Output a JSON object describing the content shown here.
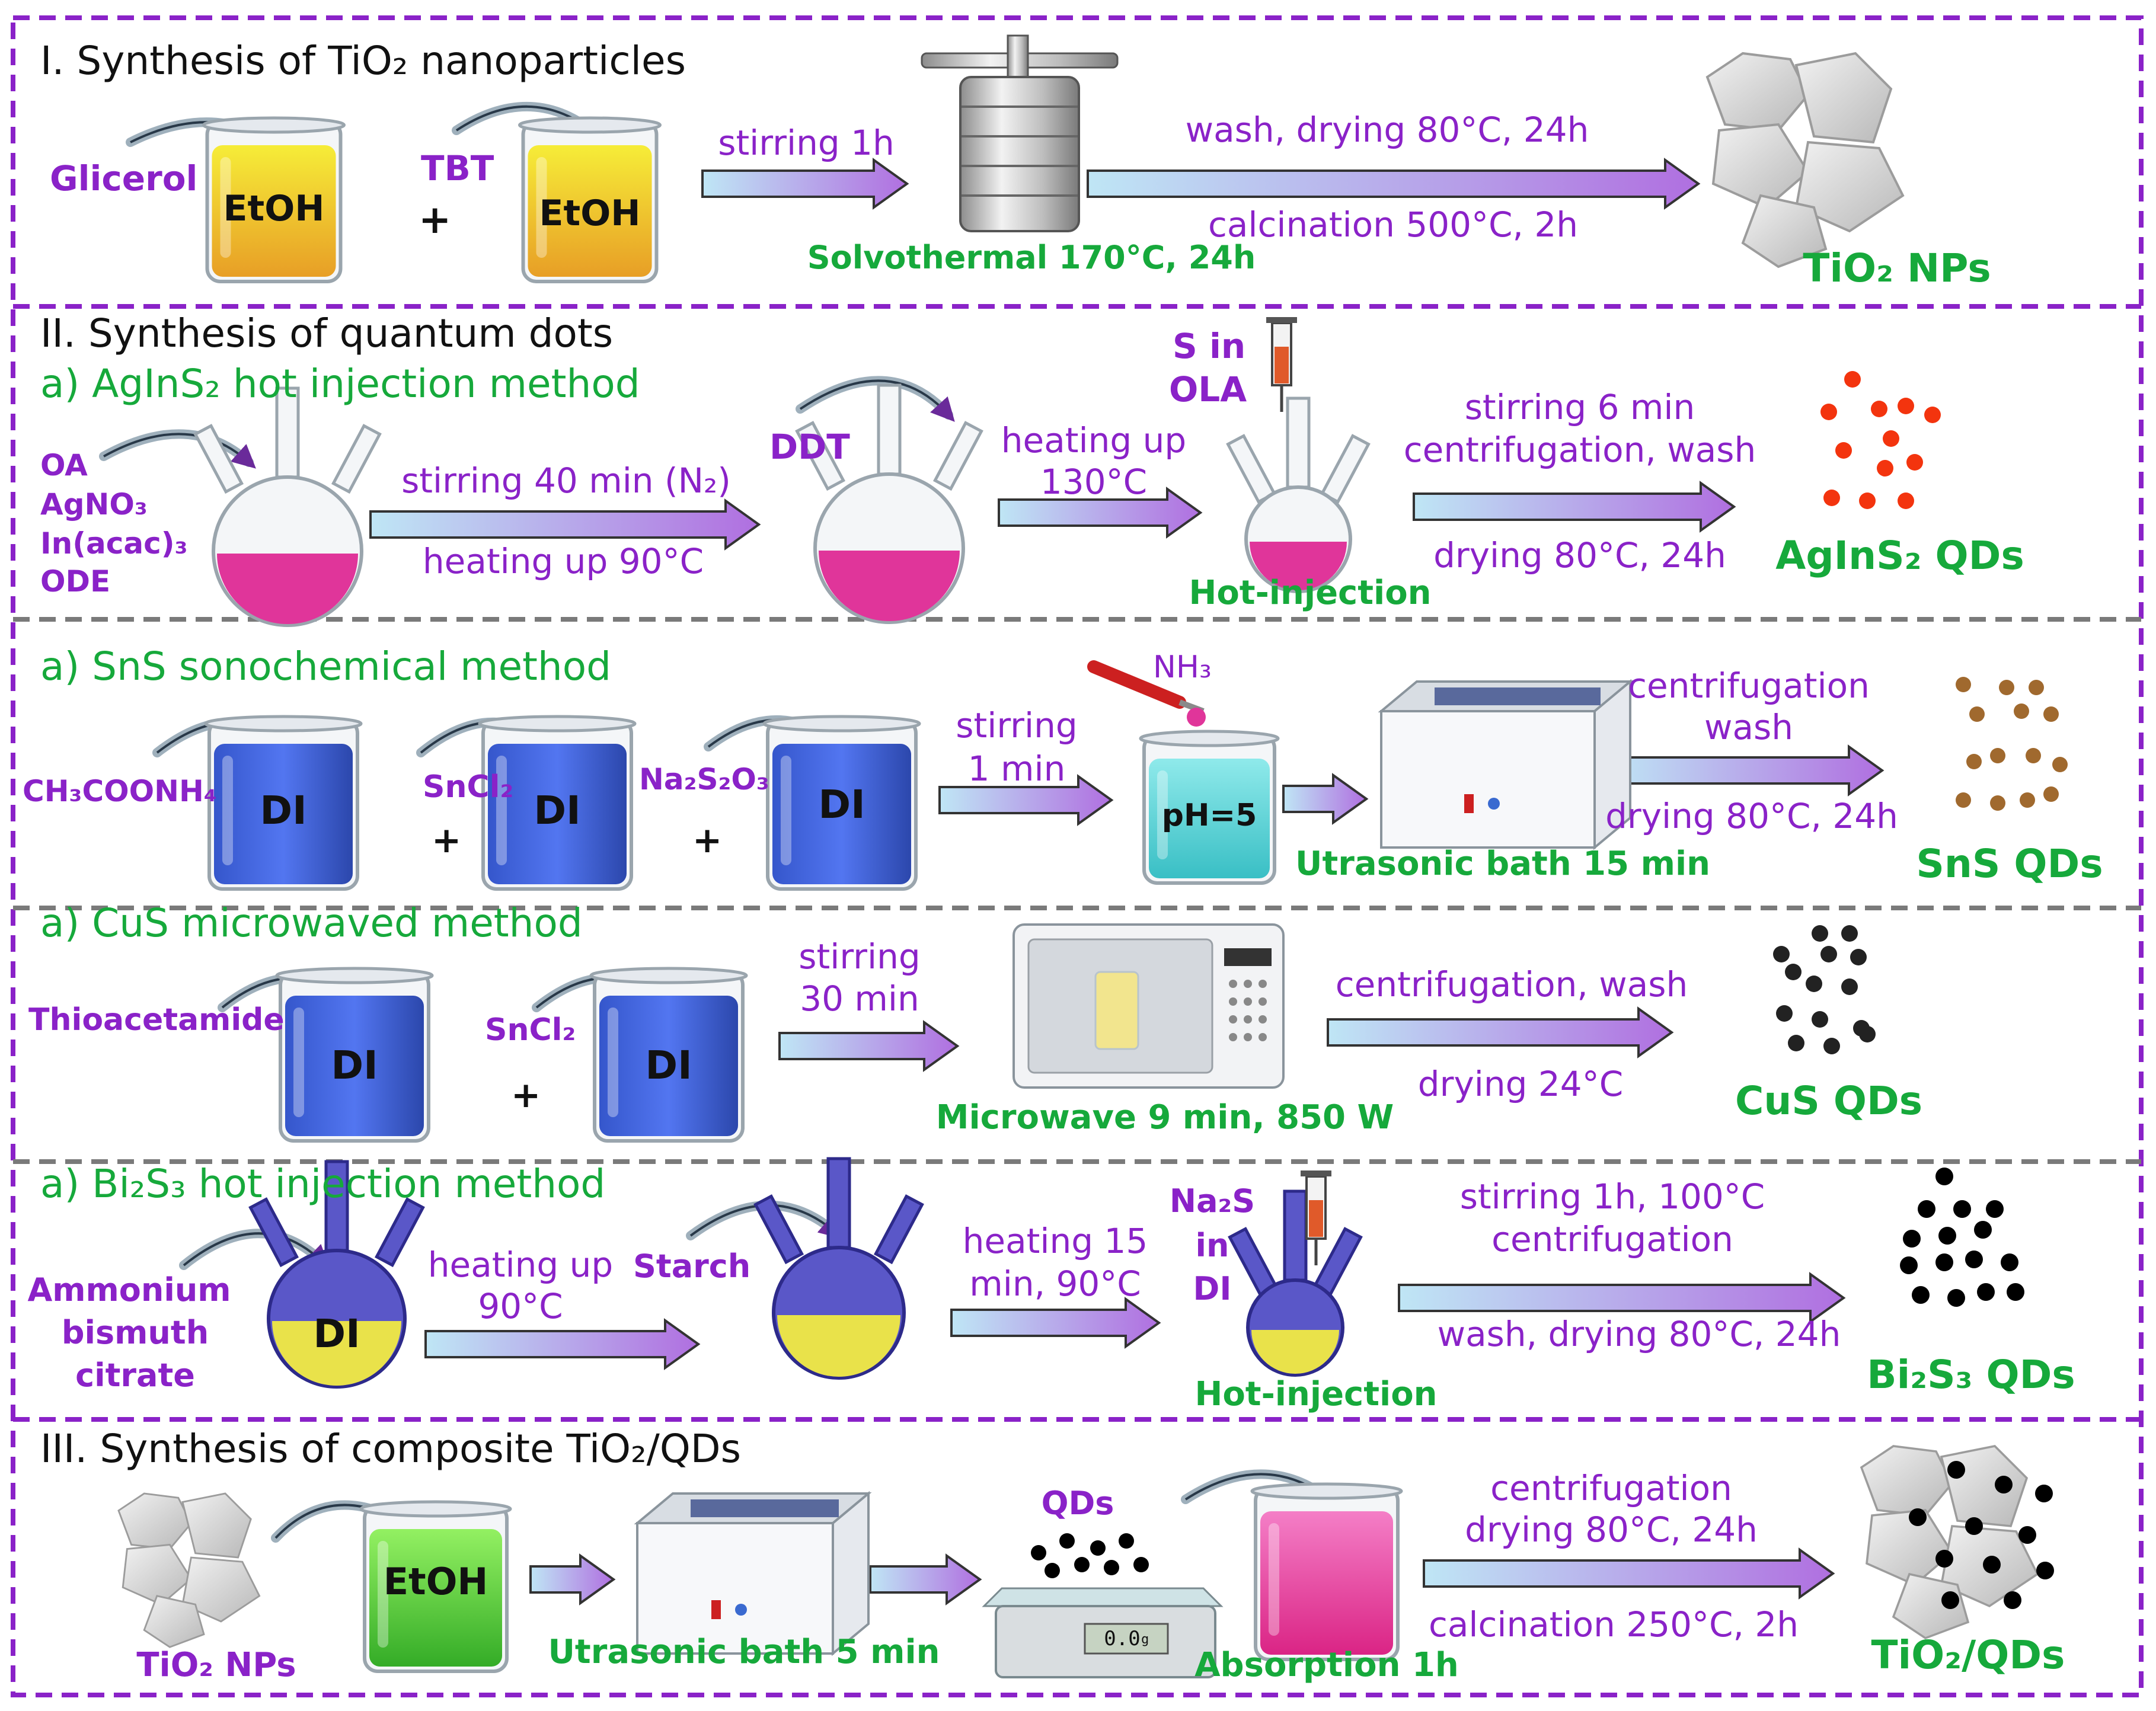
{
  "colors": {
    "purple": "#8a22c8",
    "green": "#16a93b",
    "frame_purple": "#8a22c8",
    "frame_gray": "#7a7a7a",
    "arrow_start": "#bfe6f5",
    "arrow_end": "#b06fe0"
  },
  "section1": {
    "title": "I. Synthesis of TiO₂ nanoparticles",
    "reagent_a": "Glicerol",
    "reagent_b": "TBT",
    "solvent_a": "EtOH",
    "solvent_b": "EtOH",
    "plus": "+",
    "arrow1_label": "stirring 1h",
    "autoclave_label": "Solvothermal 170°C, 24h",
    "arrow2_top": "wash, drying 80°C, 24h",
    "arrow2_bottom": "calcination 500°C, 2h",
    "product": "TiO₂ NPs"
  },
  "section2": {
    "title": "II. Synthesis of quantum dots",
    "agins2": {
      "subtitle": "a) AgInS₂ hot injection method",
      "reagents": [
        "OA",
        "AgNO₃",
        "In(acac)₃",
        "ODE"
      ],
      "arrow1_top": "stirring 40 min (N₂)",
      "arrow1_bottom": "heating up 90°C",
      "reagent_ddt": "DDT",
      "arrow2_top": "heating up",
      "arrow2_bottom": "130°C",
      "injector_line1": "S in",
      "injector_line2": "OLA",
      "hot_injection": "Hot-injection",
      "arrow3_top1": "stirring 6 min",
      "arrow3_top2": "centrifugation, wash",
      "arrow3_bottom": "drying 80°C, 24h",
      "product": "AgInS₂ QDs"
    },
    "sns": {
      "subtitle": "a) SnS sonochemical method",
      "reagent1": "CH₃COONH₄",
      "reagent2": "SnCl₂",
      "reagent3": "Na₂S₂O₃",
      "beaker_label": "DI",
      "plus": "+",
      "arrow1_top": "stirring",
      "arrow1_bottom": "1 min",
      "nh3": "NH₃",
      "ph_label": "pH=5",
      "bath_label": "Utrasonic bath 15 min",
      "arrow3_top1": "centrifugation",
      "arrow3_top2": "wash",
      "arrow3_bottom": "drying 80°C, 24h",
      "product": "SnS QDs"
    },
    "cus": {
      "subtitle": "a) CuS microwaved method",
      "reagent1": "Thioacetamide",
      "reagent2": "SnCl₂",
      "beaker_label": "DI",
      "plus": "+",
      "arrow1_top": "stirring",
      "arrow1_bottom": "30 min",
      "microwave_label": "Microwave 9 min, 850 W",
      "arrow2_top": "centrifugation, wash",
      "arrow2_bottom": "drying 24°C",
      "product": "CuS QDs"
    },
    "bi2s3": {
      "subtitle": "a) Bi₂S₃  hot injection method",
      "reagent_lines": [
        "Ammonium",
        "bismuth",
        "citrate"
      ],
      "flask_label": "DI",
      "arrow1_top": "heating up",
      "arrow1_bottom": "90°C",
      "reagent2": "Starch",
      "arrow2_top": "heating 15",
      "arrow2_bottom": "min, 90°C",
      "injector_line1": "Na₂S",
      "injector_line2": "in",
      "injector_line3": "DI",
      "hot_injection": "Hot-injection",
      "arrow3_top1": "stirring 1h, 100°C",
      "arrow3_top2": "centrifugation",
      "arrow3_bottom": "wash, drying 80°C, 24h",
      "product": "Bi₂S₃ QDs"
    }
  },
  "section3": {
    "title": "III. Synthesis of composite TiO₂/QDs",
    "tio2_label": "TiO₂ NPs",
    "solvent": "EtOH",
    "bath_label": "Utrasonic bath 5 min",
    "qds_label": "QDs",
    "scale_display": "0.0",
    "scale_unit": "g",
    "absorption_label": "Absorption 1h",
    "arrow_top1": "centrifugation",
    "arrow_top2": "drying 80°C, 24h",
    "arrow_bottom": "calcination 250°C, 2h",
    "product": "TiO₂/QDs"
  }
}
